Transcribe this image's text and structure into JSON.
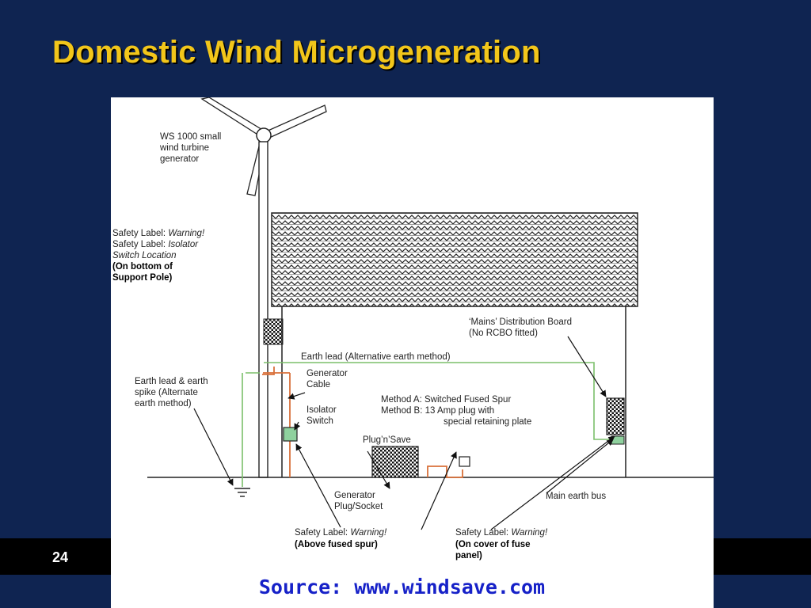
{
  "slide": {
    "title": "Domestic Wind Microgeneration",
    "page_number": "24",
    "source": "Source: www.windsave.com"
  },
  "colors": {
    "background": "#0f2451",
    "title": "#f2c61a",
    "source_text": "#1621c8",
    "earth_lead": "#7bbf6a",
    "generator_cable": "#d9703a"
  },
  "diagram": {
    "turbine_label": [
      "WS 1000 small",
      "wind turbine",
      "generator"
    ],
    "pole_safety_label": {
      "line1_prefix": "Safety Label: ",
      "line1_italic": "Warning!",
      "line2_prefix": "Safety Label: ",
      "line2_italic": "Isolator",
      "line3_italic": "Switch Location",
      "line4_bold": "(On bottom of",
      "line5_bold": "Support Pole)"
    },
    "earth_spike_label": [
      "Earth lead & earth",
      "spike (Alternate",
      "earth method)"
    ],
    "earth_lead_alt": "Earth lead (Alternative earth method)",
    "generator_cable": [
      "Generator",
      "Cable"
    ],
    "isolator_switch": [
      "Isolator",
      "Switch"
    ],
    "mains_board": [
      "‘Mains’ Distribution Board",
      "(No RCBO fitted)"
    ],
    "methods": [
      "Method A: Switched Fused Spur",
      "Method B: 13 Amp plug with",
      "special retaining plate"
    ],
    "plug_n_save": "Plug’n’Save",
    "generator_plug": [
      "Generator",
      "Plug/Socket"
    ],
    "main_earth_bus": "Main earth bus",
    "spur_safety_label": {
      "prefix": "Safety Label: ",
      "italic": "Warning!",
      "bold": "(Above fused spur)"
    },
    "panel_safety_label": {
      "prefix": "Safety Label: ",
      "italic": "Warning!",
      "bold1": "(On cover of fuse",
      "bold2": "panel)"
    }
  }
}
